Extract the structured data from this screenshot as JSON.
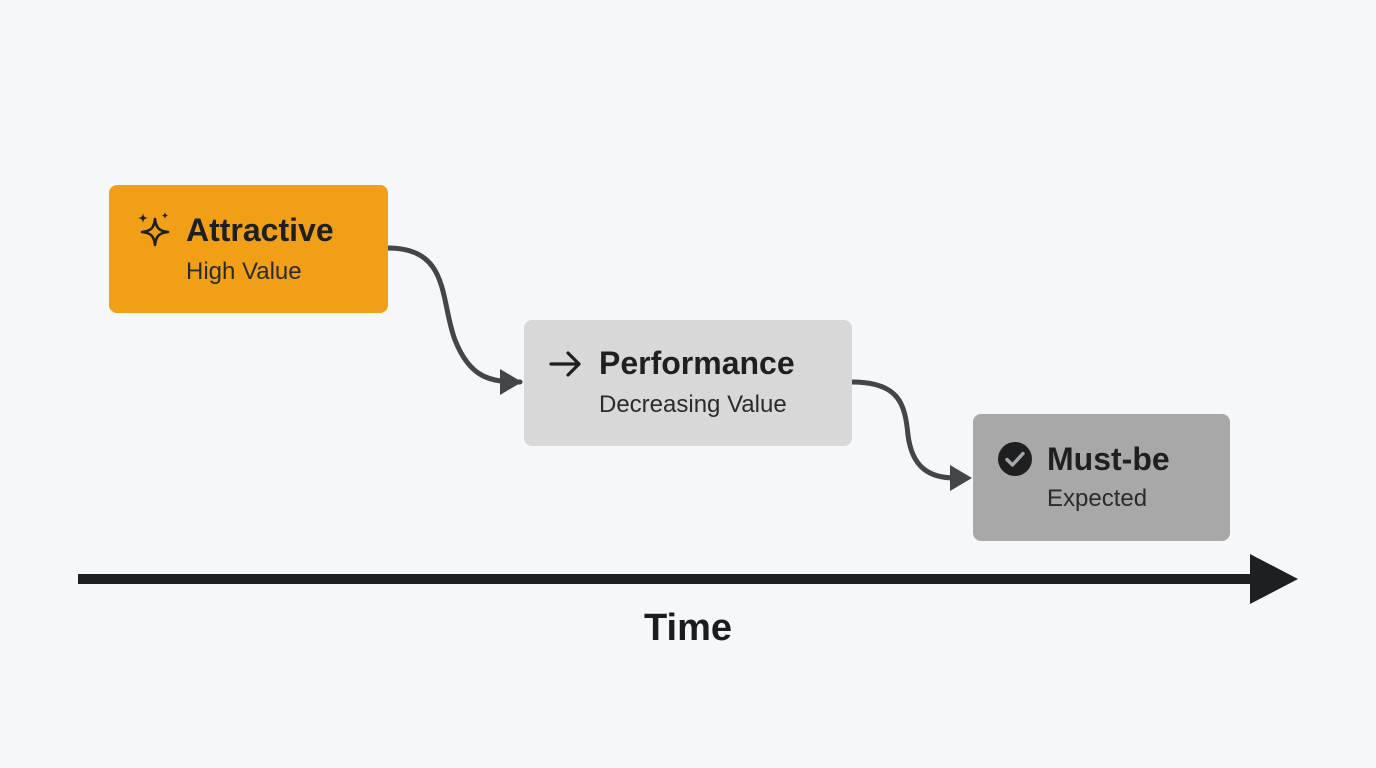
{
  "stages": [
    {
      "id": "attractive",
      "title": "Attractive",
      "subtitle": "High Value",
      "icon": "sparkle-icon",
      "color": "#f19f17"
    },
    {
      "id": "performance",
      "title": "Performance",
      "subtitle": "Decreasing Value",
      "icon": "arrow-right-icon",
      "color": "#d8d8d8"
    },
    {
      "id": "mustbe",
      "title": "Must-be",
      "subtitle": "Expected",
      "icon": "check-circle-icon",
      "color": "#a8a8a8"
    }
  ],
  "axis": {
    "label": "Time",
    "color": "#1e1f20"
  },
  "connector_color": "#444546"
}
